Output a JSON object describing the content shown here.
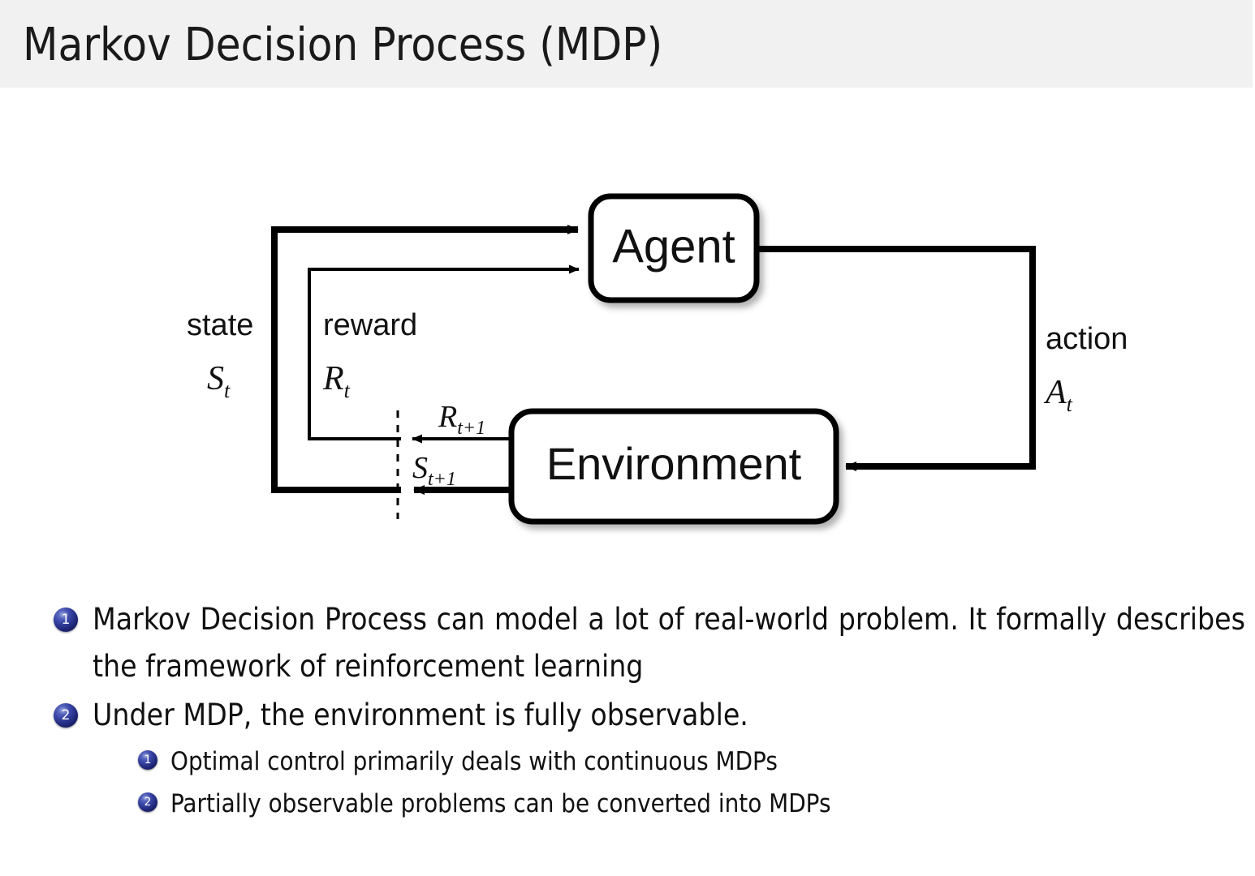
{
  "header": {
    "title": "Markov Decision Process (MDP)",
    "band_color": "#f1f1f1"
  },
  "diagram": {
    "type": "agent-environment-loop",
    "nodes": [
      {
        "id": "agent",
        "label": "Agent"
      },
      {
        "id": "environment",
        "label": "Environment"
      }
    ],
    "labels": {
      "state_word": "state",
      "state_symbol_base": "S",
      "state_symbol_sub": "t",
      "reward_word": "reward",
      "reward_symbol_base": "R",
      "reward_symbol_sub": "t",
      "action_word": "action",
      "action_symbol_base": "A",
      "action_symbol_sub": "t",
      "reward_next_base": "R",
      "reward_next_sub": "t+1",
      "state_next_base": "S",
      "state_next_sub": "t+1"
    },
    "colors": {
      "stroke": "#000000",
      "fill": "#ffffff"
    }
  },
  "bullets": [
    {
      "index": "1",
      "level": 1,
      "text": "Markov Decision Process can model a lot of real-world problem. It formally describes the framework of reinforcement learning"
    },
    {
      "index": "2",
      "level": 1,
      "text": "Under MDP, the environment is fully observable."
    },
    {
      "index": "1",
      "level": 2,
      "text": "Optimal control primarily deals with continuous MDPs"
    },
    {
      "index": "2",
      "level": 2,
      "text": "Partially observable problems can be converted into MDPs"
    }
  ],
  "theme": {
    "marker_color": "#232a80",
    "text_color": "#111111",
    "page_background": "#ffffff"
  }
}
